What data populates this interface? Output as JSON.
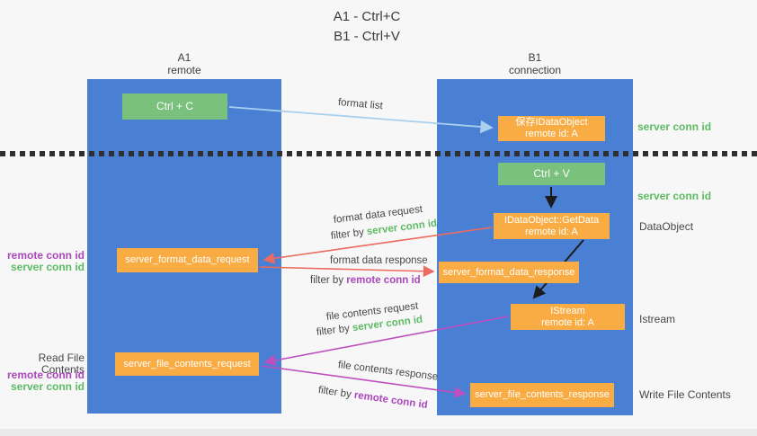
{
  "title": {
    "line1": "A1 - Ctrl+C",
    "line2": "B1 - Ctrl+V"
  },
  "columns": {
    "a": {
      "name": "A1",
      "subtitle": "remote"
    },
    "b": {
      "name": "B1",
      "subtitle": "connection"
    }
  },
  "nodes": {
    "ctrl_c": {
      "label": "Ctrl + C"
    },
    "save_idataobject": {
      "line1": "保存IDataObject",
      "line2": "remote id: A"
    },
    "ctrl_v": {
      "label": "Ctrl + V"
    },
    "getdata": {
      "line1": "IDataObject::GetData",
      "line2": "remote id: A"
    },
    "format_request": {
      "label": "server_format_data_request"
    },
    "format_response": {
      "label": "server_format_data_response"
    },
    "istream": {
      "line1": "IStream",
      "line2": "remote id: A"
    },
    "file_request": {
      "label": "server_file_contents_request"
    },
    "file_response": {
      "label": "server_file_contents_response"
    }
  },
  "labels": {
    "format_list": "format list",
    "format_data_request": "format data request",
    "format_data_response": "format data response",
    "file_contents_request": "file contents request",
    "file_contents_response": "file contents response",
    "filter_by": "filter by ",
    "server_conn_id": "server conn id",
    "remote_conn_id": "remote conn id",
    "dataobject": "DataObject",
    "istream": "Istream",
    "write_file_contents": "Write File Contents",
    "read_file_contents": "Read File Contents"
  },
  "colors": {
    "column_blue": "#4a80d4",
    "box_green": "#79c17c",
    "box_orange": "#f9ac44",
    "green_text": "#5dbb63",
    "purple_text": "#ab47bc",
    "arrow_blue": "#a9d0ec",
    "arrow_red": "#ed6a5e",
    "arrow_magenta": "#bd4fbe",
    "arrow_black": "#1c1c1c"
  }
}
